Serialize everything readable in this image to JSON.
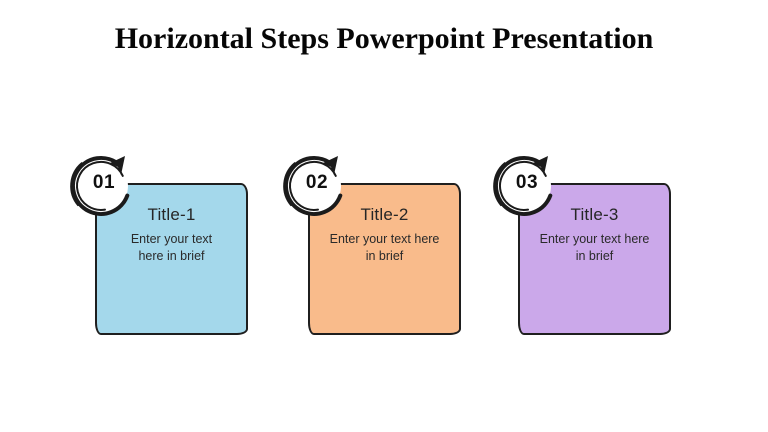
{
  "slide": {
    "title": "Horizontal Steps Powerpoint Presentation",
    "background": "#FFFFFF"
  },
  "steps": [
    {
      "number": "01",
      "title": "Title-1",
      "body": "Enter your text\nhere in brief",
      "fill": "#A4D8EB"
    },
    {
      "number": "02",
      "title": "Title-2",
      "body": "Enter your text here\nin brief",
      "fill": "#F9BB8B"
    },
    {
      "number": "03",
      "title": "Title-3",
      "body": "Enter your text here\nin brief",
      "fill": "#CBA8EA"
    }
  ],
  "icons": {
    "badge": "circular-arrow-icon"
  },
  "colors": {
    "outline": "#1F1F1F",
    "slide_title_text": "#060606",
    "card_text": "#262626",
    "badge_fill": "#FFFFFF"
  }
}
